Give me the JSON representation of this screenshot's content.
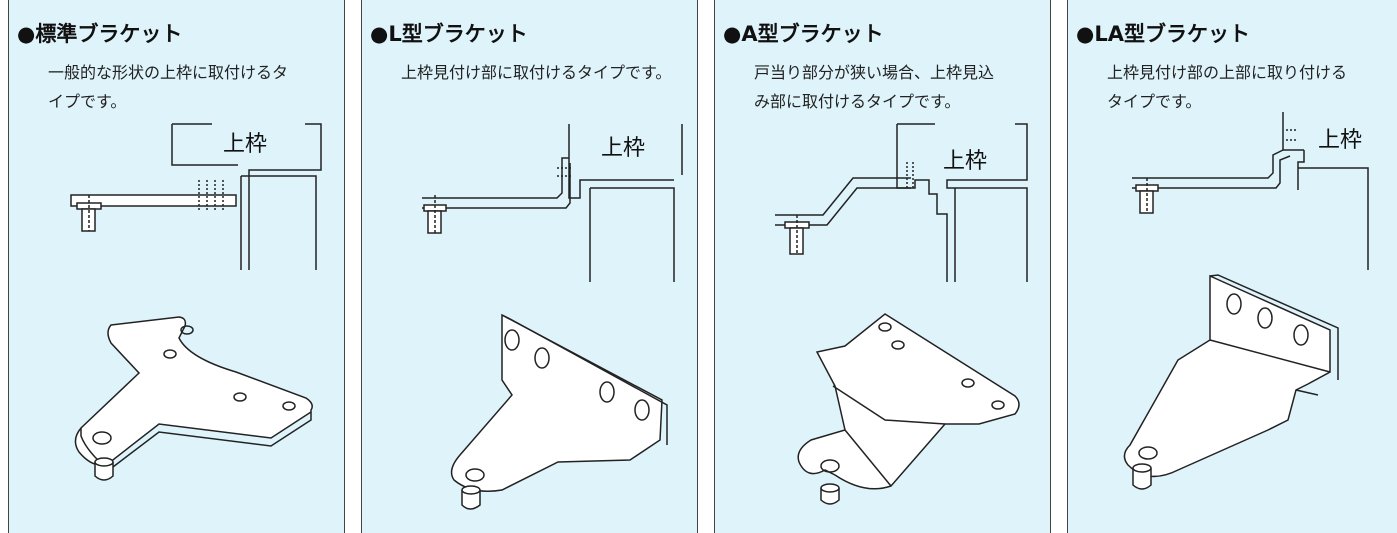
{
  "panels": [
    {
      "title": "●標準ブラケット",
      "desc": [
        "一般的な形状の上枠に取付けるタ",
        "イプです。"
      ],
      "frame_label": "上枠"
    },
    {
      "title": "●L型ブラケット",
      "desc": [
        "上枠見付け部に取付けるタイプです。"
      ],
      "frame_label": "上枠"
    },
    {
      "title": "●A型ブラケット",
      "desc": [
        "戸当り部分が狭い場合、上枠見込",
        "み部に取付けるタイプです。"
      ],
      "frame_label": "上枠"
    },
    {
      "title": "●LA型ブラケット",
      "desc": [
        "上枠見付け部の上部に取り付ける",
        "タイプです。"
      ],
      "frame_label": "上枠"
    }
  ]
}
